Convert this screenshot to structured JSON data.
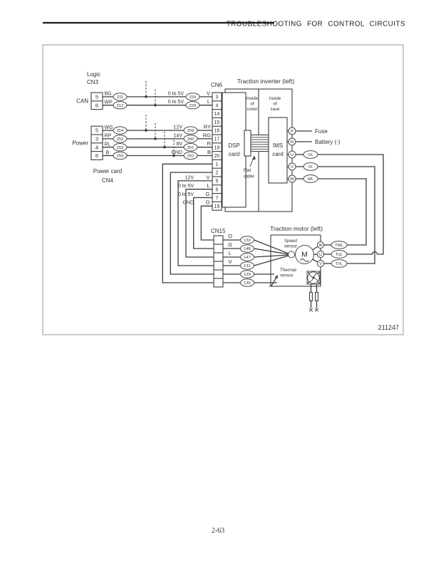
{
  "labels": {
    "header": "TROUBLESHOOTING FOR CONTROL CIRCUITS",
    "page_no": "2-63",
    "fig_no": "211247",
    "logic1": "Logic",
    "logic2": "CN3",
    "can": "CAN",
    "power": "Power",
    "power_card1": "Power card",
    "power_card2": "CN4",
    "cn6": "CN6",
    "cn15": "CN15",
    "inverter_title": "Traction inverter (left)",
    "motor_title": "Traction motor (left)",
    "dsp1": "DSP",
    "dsp2": "card",
    "ims1": "IMS",
    "ims2": "card",
    "cover1": "Inside",
    "cover2": "of",
    "cover3": "cover",
    "case1": "Inside",
    "case2": "of",
    "case3": "case",
    "flat1": "Flat",
    "flat2": "cable",
    "speed1": "Speed",
    "speed2": "sensor",
    "thermal1": "Thermal",
    "thermal2": "sensor",
    "fuse": "Fuse",
    "battery": "Battery (-)",
    "motor_m": "M"
  },
  "cn3_pins": [
    {
      "no": "5",
      "color": "BG",
      "id": "211"
    },
    {
      "no": "6",
      "color": "WP",
      "id": "212"
    }
  ],
  "cn4_pins": [
    {
      "no": "5",
      "color": "WG",
      "id": "254"
    },
    {
      "no": "3",
      "color": "RP",
      "id": "252"
    },
    {
      "no": "4",
      "color": "RL",
      "id": "253"
    },
    {
      "no": "6",
      "color": "B",
      "id": "255"
    }
  ],
  "can_wires": [
    {
      "volt": "0 to 5V",
      "id": "224",
      "color": "V"
    },
    {
      "volt": "0 to 5V",
      "id": "229",
      "color": "L"
    }
  ],
  "power_wires": [
    {
      "volt": "12V",
      "id": "259",
      "color": "RY"
    },
    {
      "volt": "14V",
      "id": "260",
      "color": "RG"
    },
    {
      "volt": "8V",
      "id": "261",
      "color": "R"
    },
    {
      "volt": "GND",
      "id": "262",
      "color": "B"
    }
  ],
  "cn6_pins": [
    "3",
    "4",
    "14",
    "15",
    "16",
    "17",
    "18",
    "20",
    "1",
    "2",
    "5",
    "6",
    "7",
    "19"
  ],
  "sensor_wires": [
    {
      "volt": "12V",
      "color": "V"
    },
    {
      "volt": "0 to 5V",
      "color": "L"
    },
    {
      "volt": "0 to 5V",
      "color": "G"
    },
    {
      "volt": "GND",
      "color": "O"
    }
  ],
  "inv_terminals": [
    {
      "t": "P"
    },
    {
      "t": "N"
    },
    {
      "t": "U",
      "oval": "UL"
    },
    {
      "t": "V",
      "oval": "VL"
    },
    {
      "t": "W",
      "oval": "WL"
    }
  ],
  "cn15_rows": [
    {
      "color": "O",
      "id": "132"
    },
    {
      "color": "G",
      "id": "148"
    },
    {
      "color": "L",
      "id": "147"
    },
    {
      "color": "V",
      "id": "131"
    },
    {
      "color": "",
      "id": "129"
    },
    {
      "color": "",
      "id": "130"
    }
  ],
  "motor_terminals": [
    {
      "t": "W",
      "oval": "TWL"
    },
    {
      "t": "U",
      "oval": "TUL"
    },
    {
      "t": "V",
      "oval": "TVL"
    }
  ]
}
